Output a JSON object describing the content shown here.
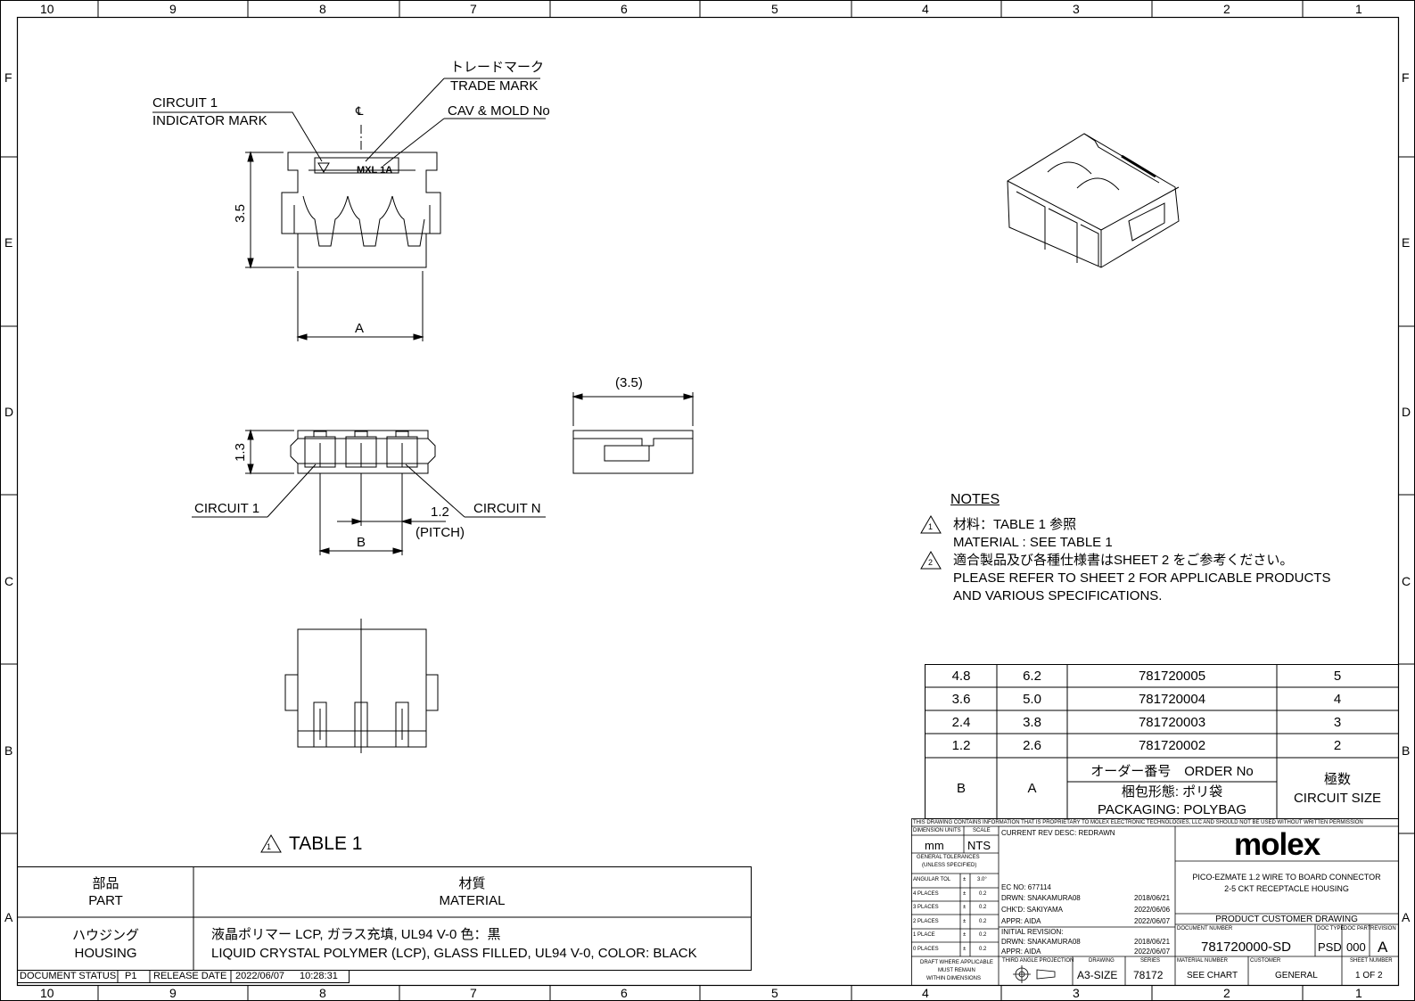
{
  "grid": {
    "cols_top": [
      "10",
      "9",
      "8",
      "7",
      "6",
      "5",
      "4",
      "3",
      "2",
      "1"
    ],
    "cols_bottom": [
      "10",
      "9",
      "8",
      "7",
      "6",
      "5",
      "4",
      "3",
      "2",
      "1"
    ],
    "rows_left": [
      "F",
      "E",
      "D",
      "C",
      "B",
      "A"
    ],
    "rows_right": [
      "F",
      "E",
      "D",
      "C",
      "B",
      "A"
    ]
  },
  "front_view": {
    "trade_mark_jp": "トレードマーク",
    "trade_mark_en": "TRADE MARK",
    "cav_mold": "CAV & MOLD No",
    "circuit1_indicator_1": "CIRCUIT 1",
    "circuit1_indicator_2": "INDICATOR MARK",
    "center_mark": "℄",
    "mold_text": "MXL 1A",
    "dim_height": "3.5",
    "dim_a": "A"
  },
  "bottom_view": {
    "dim_height": "1.3",
    "circuit_1": "CIRCUIT 1",
    "circuit_n": "CIRCUIT N",
    "pitch_value": "1.2",
    "pitch_label": "(PITCH)",
    "dim_b": "B"
  },
  "side_view": {
    "dim_ref": "(3.5)"
  },
  "notes": {
    "title": "NOTES",
    "n1_symbol": "1",
    "n1_jp": "材料：TABLE 1 参照",
    "n1_en": "MATERIAL : SEE TABLE 1",
    "n2_symbol": "2",
    "n2_jp": "適合製品及び各種仕様書はSHEET 2 をご参考ください。",
    "n2_en1": "PLEASE REFER TO SHEET 2 FOR APPLICABLE PRODUCTS",
    "n2_en2": "AND VARIOUS SPECIFICATIONS."
  },
  "size_table": {
    "rows": [
      {
        "b": "4.8",
        "a": "6.2",
        "order": "781720005",
        "circuits": "5"
      },
      {
        "b": "3.6",
        "a": "5.0",
        "order": "781720004",
        "circuits": "4"
      },
      {
        "b": "2.4",
        "a": "3.8",
        "order": "781720003",
        "circuits": "3"
      },
      {
        "b": "1.2",
        "a": "2.6",
        "order": "781720002",
        "circuits": "2"
      }
    ],
    "header_b": "B",
    "header_a": "A",
    "header_order": "オーダー番号　ORDER No",
    "header_pack_jp": "梱包形態: ポリ袋",
    "header_pack_en": "PACKAGING: POLYBAG",
    "header_circ_jp": "極数",
    "header_circ_en": "CIRCUIT SIZE"
  },
  "table1": {
    "title": "TABLE 1",
    "symbol": "1",
    "col_part_jp": "部品",
    "col_part_en": "PART",
    "col_mat_jp": "材質",
    "col_mat_en": "MATERIAL",
    "row_part_jp": "ハウジング",
    "row_part_en": "HOUSING",
    "row_mat_jp": "液晶ポリマー LCP, ガラス充填, UL94 V-0 色：黒",
    "row_mat_en": "LIQUID CRYSTAL POLYMER (LCP), GLASS FILLED, UL94 V-0, COLOR: BLACK"
  },
  "status": {
    "doc_status": "DOCUMENT STATUS",
    "doc_status_val": "P1",
    "release_date": "RELEASE DATE",
    "date": "2022/06/07",
    "time": "10:28:31"
  },
  "title_block": {
    "proprietary": "THIS DRAWING CONTAINS INFORMATION THAT IS PROPRIETARY TO MOLEX ELECTRONIC TECHNOLOGIES, LLC AND SHOULD NOT BE USED WITHOUT WRITTEN PERMISSION",
    "dim_units_label": "DIMENSION UNITS",
    "scale_label": "SCALE",
    "dim_units": "mm",
    "scale": "NTS",
    "gen_tol": "GENERAL TOLERANCES",
    "unless": "(UNLESS SPECIFIED)",
    "angular": "ANGULAR TOL",
    "angular_pm": "±",
    "angular_val": "3.0°",
    "tolerances": [
      {
        "label": "4 PLACES",
        "pm": "±",
        "val": "0.2"
      },
      {
        "label": "3 PLACES",
        "pm": "±",
        "val": "0.2"
      },
      {
        "label": "2 PLACES",
        "pm": "±",
        "val": "0.2"
      },
      {
        "label": "1 PLACE",
        "pm": "±",
        "val": "0.2"
      },
      {
        "label": "0 PLACES",
        "pm": "±",
        "val": "0.2"
      }
    ],
    "draft_note1": "DRAFT WHERE APPLICABLE",
    "draft_note2": "MUST REMAIN",
    "draft_note3": "WITHIN DIMENSIONS",
    "current_rev": "CURRENT REV DESC: REDRAWN",
    "ec_no": "EC NO:  677114",
    "drwn": "DRWN:  SNAKAMURA08",
    "drwn_date": "2018/06/21",
    "chkd": "CHK'D:  SAKIYAMA",
    "chkd_date": "2022/06/06",
    "appr": "APPR:   AIDA",
    "appr_date": "2022/06/07",
    "initial_rev": "INITIAL REVISION:",
    "i_drwn": "DRWN:  SNAKAMURA08",
    "i_drwn_date": "2018/06/21",
    "i_appr": "APPR:   AIDA",
    "i_appr_date": "2022/06/07",
    "third_angle": "THIRD ANGLE PROJECTION",
    "drawing_label": "DRAWING",
    "drawing_size": "A3-SIZE",
    "series_label": "SERIES",
    "series": "78172",
    "logo": "molex",
    "desc1": "PICO-EZMATE 1.2 WIRE TO BOARD CONNECTOR",
    "desc2": "2-5 CKT RECEPTACLE HOUSING",
    "prod_cust": "PRODUCT CUSTOMER DRAWING",
    "doc_num_label": "DOCUMENT NUMBER",
    "doc_type_label": "DOC TYPE",
    "doc_part_label": "DOC PART",
    "revision_label": "REVISION",
    "doc_num": "781720000-SD",
    "doc_type": "PSD",
    "doc_part": "000",
    "revision": "A",
    "mat_num_label": "MATERIAL NUMBER",
    "customer_label": "CUSTOMER",
    "sheet_num_label": "SHEET NUMBER",
    "mat_num": "SEE CHART",
    "customer": "GENERAL",
    "sheet": "1 OF 2"
  }
}
